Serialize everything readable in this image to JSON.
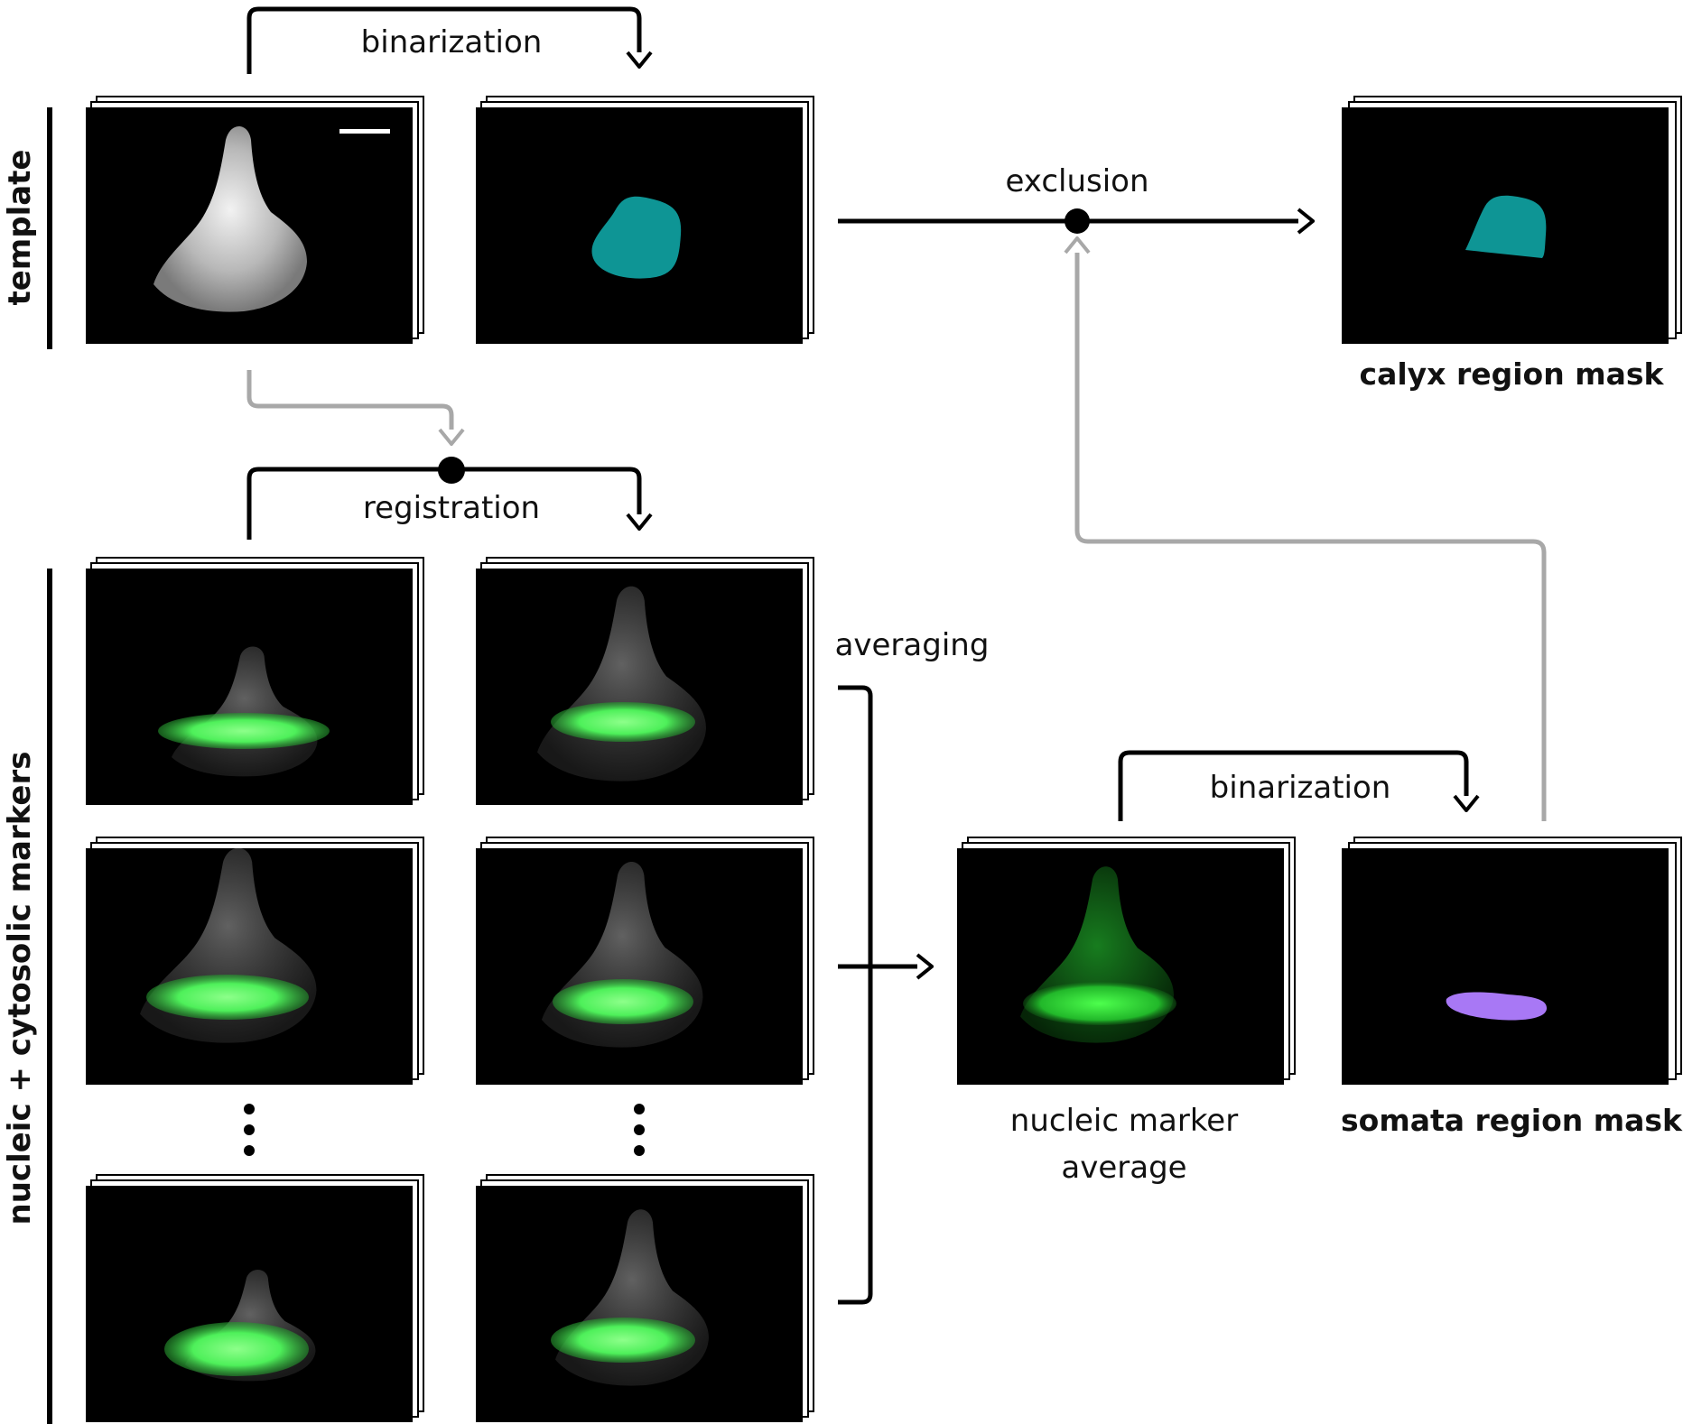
{
  "side_labels": {
    "template": "template",
    "markers": "nucleic + cytosolic markers"
  },
  "steps": {
    "binarization_top": "binarization",
    "exclusion": "exclusion",
    "registration": "registration",
    "averaging": "averaging",
    "binarization_bottom": "binarization"
  },
  "outputs": {
    "calyx_mask": "calyx region mask",
    "nucleic_avg_line1": "nucleic marker",
    "nucleic_avg_line2": "average",
    "somata_mask": "somata region mask"
  },
  "ellipsis_symbol": "⋮",
  "colors": {
    "calyx_mask": "#0e9595",
    "somata_mask": "#a878f5",
    "marker_green": "#4dff5a",
    "gray_arrow": "#a8a8a8",
    "black": "#000000"
  }
}
